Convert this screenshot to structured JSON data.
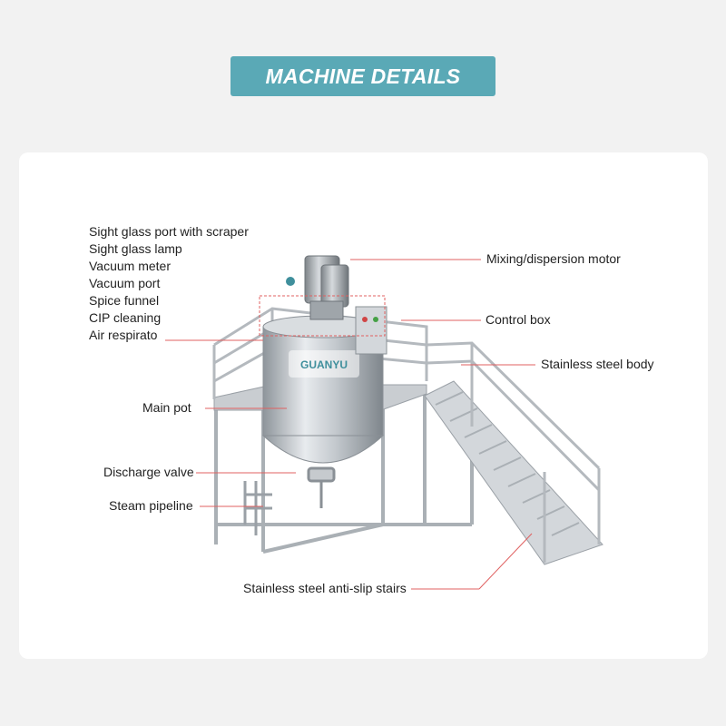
{
  "header": {
    "title": "MACHINE DETAILS"
  },
  "brand": {
    "logo_text": "GUANYU"
  },
  "labels_left": [
    "Sight glass port with scraper",
    "Sight glass lamp",
    "Vacuum meter",
    "Vacuum port",
    "Spice funnel",
    "CIP cleaning",
    "Air respirato"
  ],
  "labels": {
    "main_pot": "Main pot",
    "discharge_valve": "Discharge valve",
    "steam_pipeline": "Steam pipeline",
    "mixing_motor": "Mixing/dispersion motor",
    "control_box": "Control box",
    "stainless_body": "Stainless steel body",
    "stairs": "Stainless steel anti-slip stairs"
  },
  "colors": {
    "banner": "#5aa9b6",
    "leader_line": "#e06060",
    "steel": "#b9bec3"
  }
}
